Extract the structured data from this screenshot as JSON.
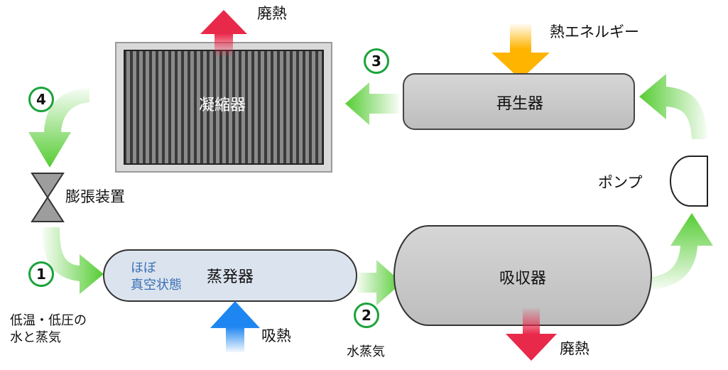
{
  "components": {
    "condenser": "凝縮器",
    "regenerator": "再生器",
    "evaporator": "蒸発器",
    "absorber": "吸収器",
    "expansion_valve": "膨張装置",
    "pump": "ポンプ"
  },
  "labels": {
    "waste_heat_top": "廃熱",
    "waste_heat_bottom": "廃熱",
    "heat_energy": "熱エネルギー",
    "heat_absorption": "吸熱",
    "water_vapor": "水蒸気",
    "near_vacuum_line1": "ほぼ",
    "near_vacuum_line2": "真空状態",
    "low_temp_line1": "低温・低圧の",
    "low_temp_line2": "水と蒸気"
  },
  "steps": [
    "1",
    "2",
    "3",
    "4"
  ],
  "colors": {
    "flow_arrow": "#55cc33",
    "waste_heat_arrow": "#e8294a",
    "heat_input_arrow": "#ffb400",
    "absorb_arrow": "#1e86f0",
    "step_ring": "#1aa33a",
    "vacuum_text": "#3b6fb6",
    "vessel_gray": "#c9c9c9",
    "evaporator_fill": "#dbe4ee"
  }
}
